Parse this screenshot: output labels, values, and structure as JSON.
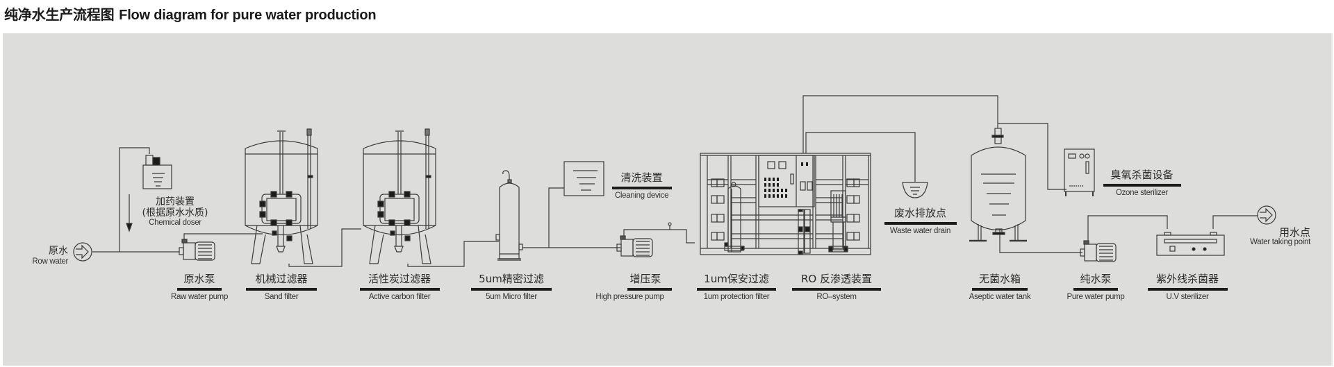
{
  "title": {
    "cn": "纯净水生产流程图",
    "en": "Flow diagram for pure water production"
  },
  "colors": {
    "panel_bg": "#dddddc",
    "line": "#3a3a3a",
    "underline": "#1c1c1c"
  },
  "source": {
    "cn": "原水",
    "en": "Row water",
    "icon": "inlet-arrow-icon"
  },
  "chemical_doser": {
    "cn": "加药装置",
    "cn_note": "(根据原水水质)",
    "en": "Chemical doser",
    "icon": "dosing-tank-icon"
  },
  "components": [
    {
      "id": "raw-water-pump",
      "cn": "原水泵",
      "en": "Raw water pump",
      "icon": "pump-icon"
    },
    {
      "id": "sand-filter",
      "cn": "机械过滤器",
      "en": "Sand filter",
      "icon": "filter-tank-icon"
    },
    {
      "id": "active-carbon-filter",
      "cn": "活性炭过滤器",
      "en": "Active carbon filter",
      "icon": "filter-tank-icon"
    },
    {
      "id": "micro-filter",
      "cn": "5um精密过滤",
      "en": "5um Micro filter",
      "icon": "cartridge-filter-icon"
    },
    {
      "id": "cleaning-device",
      "cn": "清洗装置",
      "en": "Cleaning device",
      "icon": "cleaning-tank-icon"
    },
    {
      "id": "high-pressure-pump",
      "cn": "增压泵",
      "en": "High pressure pump",
      "icon": "pump-icon"
    },
    {
      "id": "protection-filter",
      "cn": "1um保安过滤",
      "en": "1um protection filter",
      "icon": "cartridge-filter-icon"
    },
    {
      "id": "ro-system",
      "cn": "RO 反渗透装置",
      "en": "RO–system",
      "icon": "ro-unit-icon"
    },
    {
      "id": "waste-water-drain",
      "cn": "废水排放点",
      "en": "Waste water drain",
      "icon": "drain-icon"
    },
    {
      "id": "aseptic-water-tank",
      "cn": "无菌水箱",
      "en": "Aseptic water tank",
      "icon": "storage-tank-icon"
    },
    {
      "id": "ozone-sterilizer",
      "cn": "臭氧杀菌设备",
      "en": "Ozone sterilizer",
      "icon": "ozone-generator-icon"
    },
    {
      "id": "pure-water-pump",
      "cn": "纯水泵",
      "en": "Pure water pump",
      "icon": "pump-icon"
    },
    {
      "id": "uv-sterilizer",
      "cn": "紫外线杀菌器",
      "en": "U.V sterilizer",
      "icon": "uv-sterilizer-icon"
    }
  ],
  "outlet": {
    "cn": "用水点",
    "en": "Water taking point",
    "icon": "outlet-arrow-icon"
  }
}
